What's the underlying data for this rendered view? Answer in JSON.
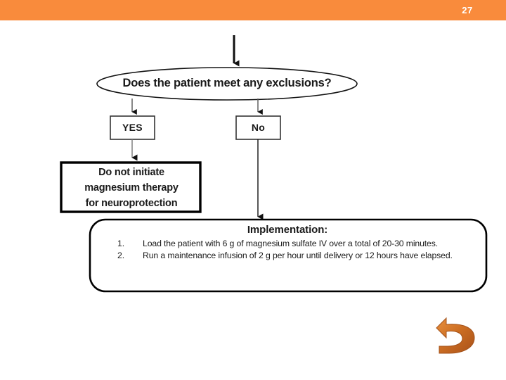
{
  "slide": {
    "page_number": "27",
    "header_color": "#F98B3C",
    "background_color": "#FFFFFF"
  },
  "flowchart": {
    "entry_arrow": {
      "icon": "arrow-down-icon"
    },
    "decision": {
      "shape": "oval",
      "text": "Does the patient meet any exclusions?"
    },
    "branches": [
      {
        "key": "yes",
        "label": "YES"
      },
      {
        "key": "no",
        "label": "No"
      }
    ],
    "stop_box": {
      "shape": "rectangle",
      "lines": [
        "Do not initiate",
        "magnesium therapy",
        "for neuroprotection"
      ]
    },
    "implementation": {
      "shape": "rounded-rectangle",
      "title": "Implementation:",
      "steps": [
        {
          "number": "1.",
          "text": "Load the patient with 6 g of magnesium sulfate IV over a total of 20-30 minutes."
        },
        {
          "number": "2.",
          "text": "Run a maintenance infusion of 2 g per hour until delivery or 12 hours have elapsed."
        }
      ]
    }
  },
  "navigation": {
    "return_arrow": {
      "icon": "curved-return-arrow-icon",
      "color": "#C4651F"
    }
  }
}
